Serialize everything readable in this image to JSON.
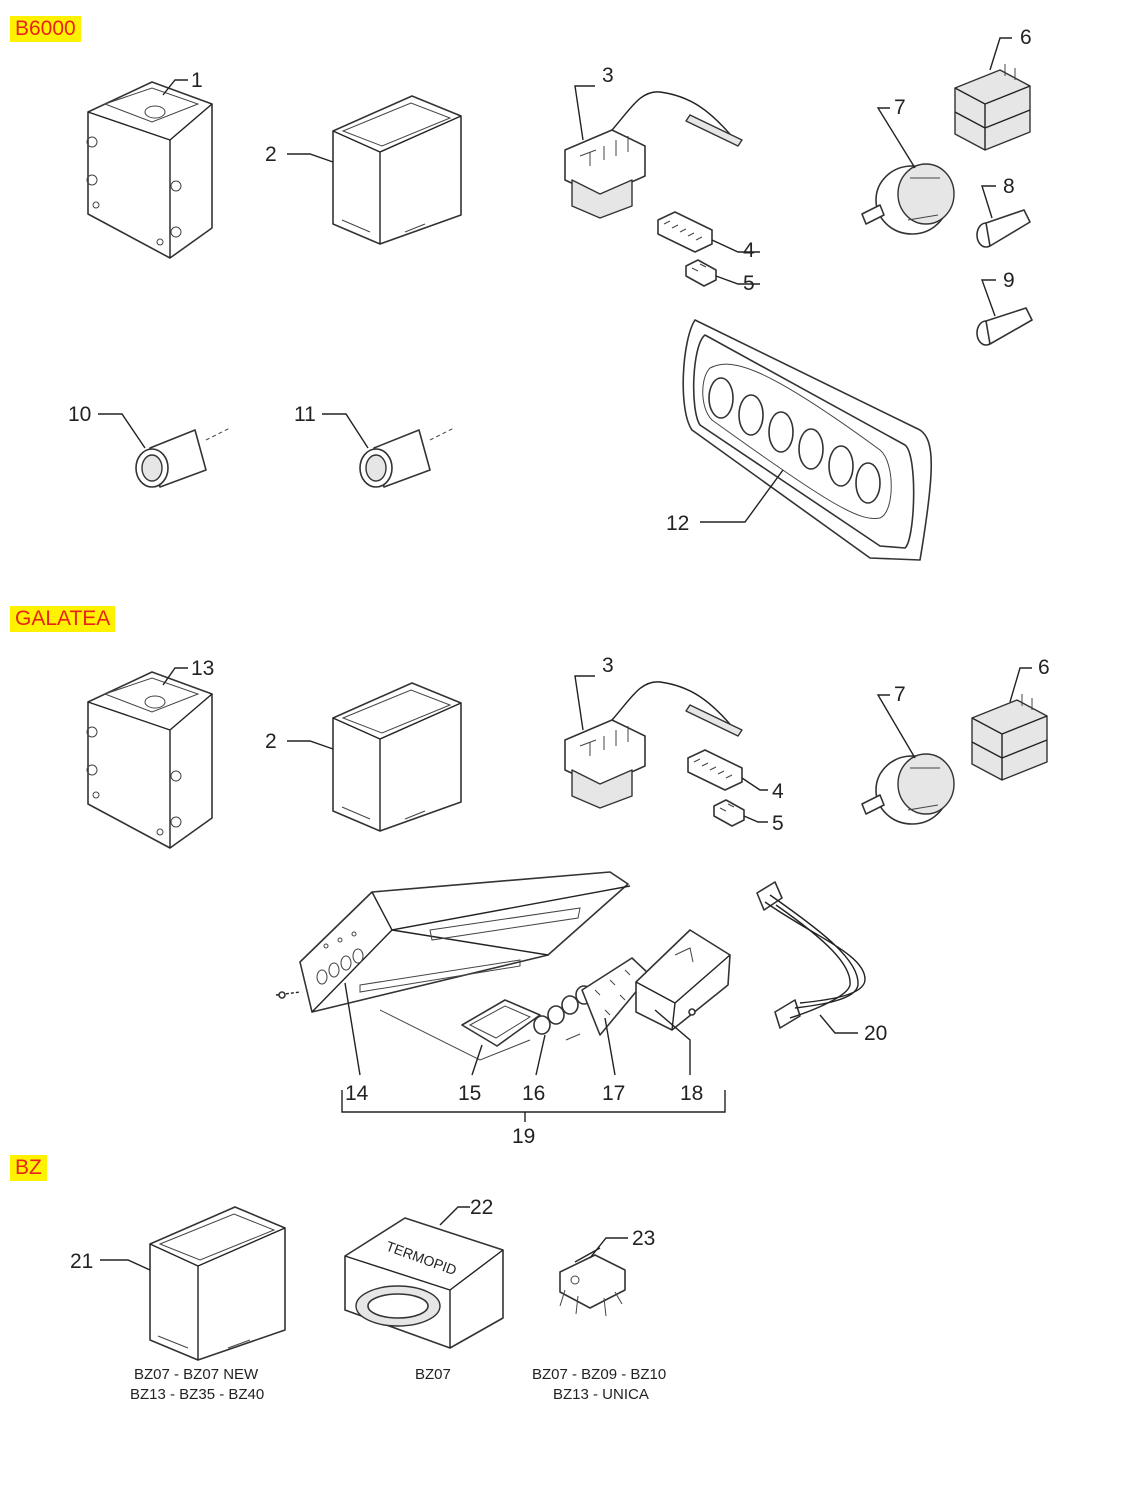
{
  "sections": [
    {
      "id": "b6000",
      "label": "B6000"
    },
    {
      "id": "galatea",
      "label": "GALATEA"
    },
    {
      "id": "bz",
      "label": "BZ"
    }
  ],
  "callouts": {
    "b6000": [
      "1",
      "2",
      "3",
      "4",
      "5",
      "6",
      "7",
      "8",
      "9",
      "10",
      "11",
      "12"
    ],
    "galatea": [
      "13",
      "2",
      "3",
      "4",
      "5",
      "6",
      "7",
      "14",
      "15",
      "16",
      "17",
      "18",
      "19",
      "20"
    ],
    "bz": [
      "21",
      "22",
      "23"
    ]
  },
  "captions": {
    "part21": [
      "BZ07 - BZ07 NEW",
      "BZ13 - BZ35 - BZ40"
    ],
    "part22": [
      "BZ07"
    ],
    "part23": [
      "BZ07 - BZ09 - BZ10",
      "BZ13 - UNICA"
    ]
  },
  "part_text": {
    "termopid": "TERMOPID"
  },
  "colors": {
    "label_bg": "#fff200",
    "label_text": "#e8231b",
    "line": "#222222"
  }
}
